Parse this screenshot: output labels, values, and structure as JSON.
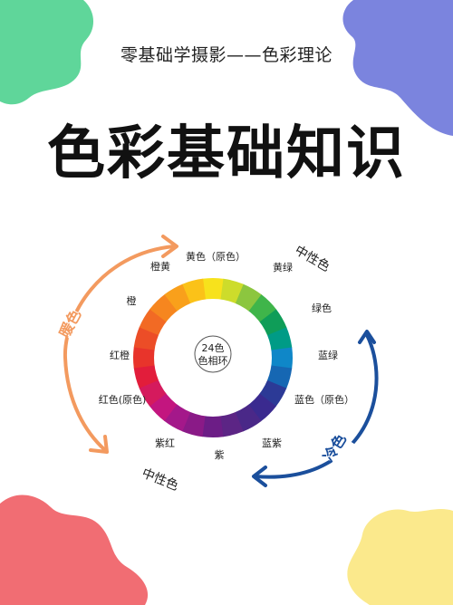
{
  "header": {
    "subtitle": "零基础学摄影——色彩理论",
    "title": "色彩基础知识"
  },
  "wheel": {
    "center_line1": "24色",
    "center_line2": "色相环",
    "segments": [
      "#f7e21c",
      "#cddc2b",
      "#8cc63f",
      "#3fb54a",
      "#0f9d58",
      "#009b86",
      "#0f87c8",
      "#1667b3",
      "#2c3a96",
      "#3a2a8f",
      "#4a2888",
      "#5c2585",
      "#6c1d86",
      "#8a1a87",
      "#a4188a",
      "#c3157f",
      "#d51a5d",
      "#e21d3b",
      "#e8342b",
      "#ec4d27",
      "#f26a24",
      "#f6861f",
      "#f9a01b",
      "#fbc218"
    ],
    "labels": {
      "yellow": "黄色（原色）",
      "yellow_green": "黄绿",
      "green": "绿色",
      "blue_green": "蓝绿",
      "blue": "蓝色（原色）",
      "blue_purple": "蓝紫",
      "purple": "紫",
      "purple_red": "紫红",
      "red": "红色(原色)",
      "red_orange": "红橙",
      "orange": "橙",
      "orange_yellow": "橙黄"
    }
  },
  "annotations": {
    "warm": "暖色",
    "cool": "冷色",
    "neutral_top": "中性色",
    "neutral_bottom": "中性色"
  },
  "colors": {
    "warm_arrow": "#f39a5f",
    "cool_arrow": "#1b4f9c",
    "blob_green": "#5fd69a",
    "blob_purple": "#7b84de",
    "blob_red": "#f16d73",
    "blob_yellow": "#fbe98c"
  }
}
